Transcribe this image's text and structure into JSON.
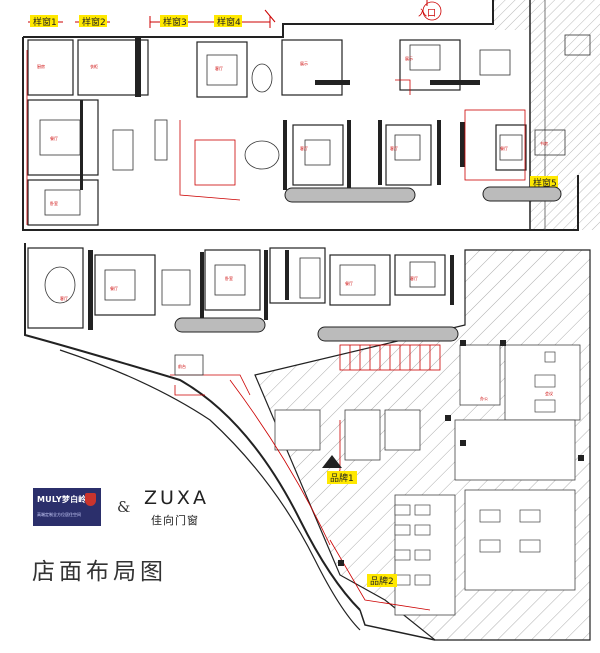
{
  "labels": {
    "window1": "样窗1",
    "window2": "样窗2",
    "window3": "样窗3",
    "window4": "样窗4",
    "window5": "样窗5",
    "entrance": "入口",
    "brand1": "品牌1",
    "brand2": "品牌2"
  },
  "logos": {
    "muly": "MULY梦白岭",
    "muly_sub": "高端定制全方位居住空间",
    "amp": "&",
    "zuxa": "ZUXA",
    "zuxa_sub": "佳向门窗"
  },
  "caption": "店面布局图",
  "colors": {
    "wall": "#222222",
    "accent": "#cc0000",
    "label_bg": "#ffe800",
    "hatch": "#888888",
    "muly_bg": "#2b2f6b"
  }
}
